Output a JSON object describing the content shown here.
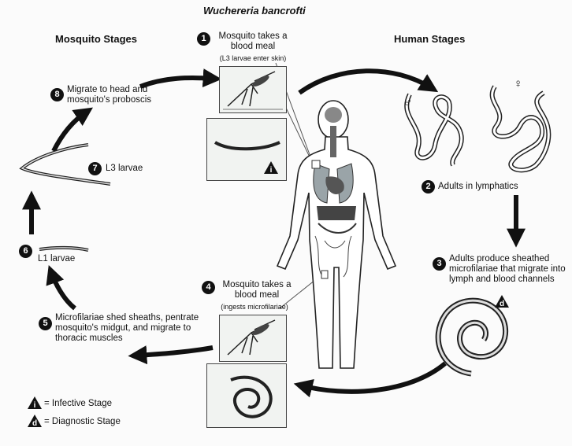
{
  "title": "Wuchereria bancrofti",
  "headings": {
    "left": "Mosquito Stages",
    "right": "Human Stages"
  },
  "steps": [
    {
      "n": "1",
      "text": "Mosquito takes a blood meal",
      "note": "(L3 larvae enter skin)"
    },
    {
      "n": "2",
      "text": "Adults in lymphatics"
    },
    {
      "n": "3",
      "text": "Adults produce sheathed microfilariae that migrate into lymph and blood channels"
    },
    {
      "n": "4",
      "text": "Mosquito takes a blood meal",
      "note": "(ingests microfilariae)"
    },
    {
      "n": "5",
      "text": "Microfilariae shed sheaths, pentrate mosquito's midgut, and migrate to thoracic muscles"
    },
    {
      "n": "6",
      "text": "L1 larvae"
    },
    {
      "n": "7",
      "text": "L3 larvae"
    },
    {
      "n": "8",
      "text": "Migrate to head and mosquito's proboscis"
    }
  ],
  "symbols": {
    "infective": "i",
    "diagnostic": "d"
  },
  "legend": {
    "infective": "= Infective Stage",
    "diagnostic": "= Diagnostic Stage"
  },
  "sex_symbols": {
    "male": "♂",
    "female": "♀"
  }
}
